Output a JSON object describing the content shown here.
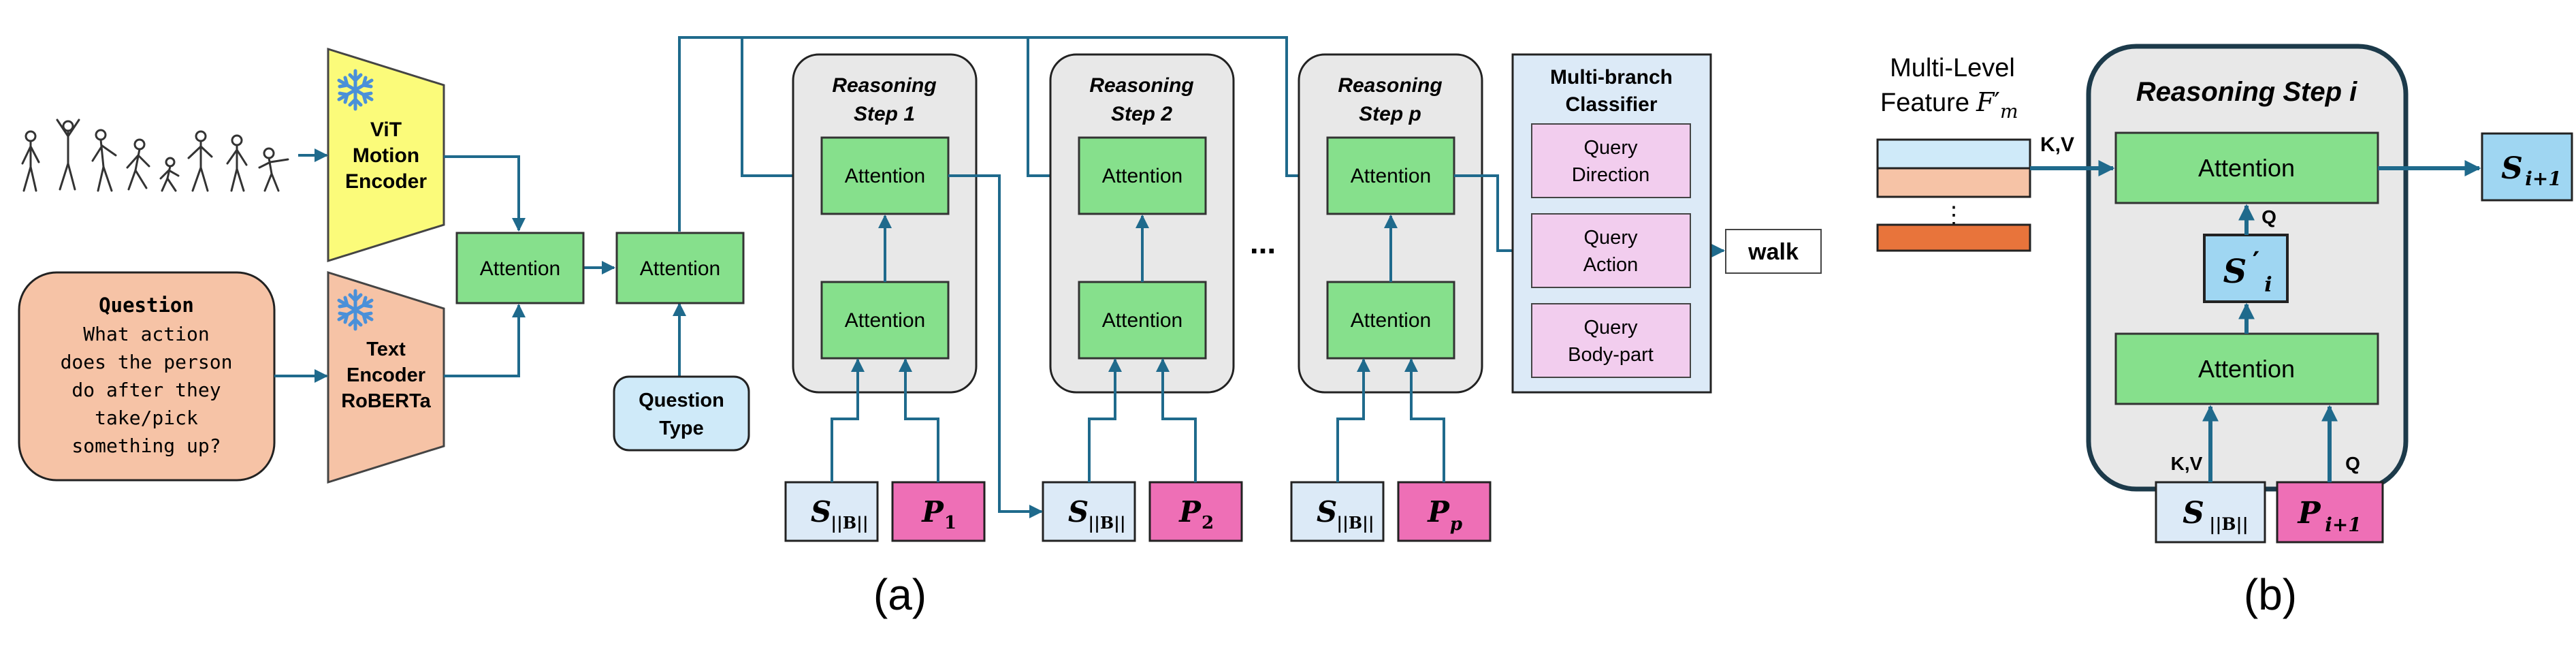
{
  "panel_a": {
    "caption": "(a)",
    "vit": {
      "line1": "ViT",
      "line2": "Motion",
      "line3": "Encoder"
    },
    "text_encoder": {
      "line1": "Text",
      "line2": "Encoder",
      "line3": "RoBERTa"
    },
    "question": {
      "title": "Question",
      "lines": [
        "What action",
        "does the person",
        "do after they",
        "take/pick",
        "something up?"
      ]
    },
    "attention_label": "Attention",
    "question_type": {
      "line1": "Question",
      "line2": "Type"
    },
    "steps": [
      {
        "title1": "Reasoning",
        "title2": "Step 1",
        "s_label": "S",
        "s_sub": "||B||",
        "p_label": "P",
        "p_sub": "1"
      },
      {
        "title1": "Reasoning",
        "title2": "Step 2",
        "s_label": "S",
        "s_sub": "||B||",
        "p_label": "P",
        "p_sub": "2"
      },
      {
        "title1": "Reasoning",
        "title2": "Step p",
        "s_label": "S",
        "s_sub": "||B||",
        "p_label": "P",
        "p_sub": "p"
      }
    ],
    "ellipsis": "...",
    "classifier": {
      "title1": "Multi-branch",
      "title2": "Classifier",
      "queries": [
        {
          "line1": "Query",
          "line2": "Direction"
        },
        {
          "line1": "Query",
          "line2": "Action"
        },
        {
          "line1": "Query",
          "line2": "Body-part"
        }
      ]
    },
    "output": "walk"
  },
  "panel_b": {
    "caption": "(b)",
    "feature_label1": "Multi-Level",
    "feature_label2": "Feature",
    "feature_symbol": "F",
    "feature_prime": "′",
    "feature_sub": "m",
    "feature_dots": "⋮",
    "step_title": "Reasoning Step i",
    "attention_label": "Attention",
    "kv_top": "K,V",
    "q_mid": "Q",
    "s_prime": {
      "label": "S",
      "prime": "′",
      "sub": "i"
    },
    "kv_bottom": "K,V",
    "q_bottom": "Q",
    "s_in": {
      "label": "S",
      "sub": "||B||"
    },
    "p_in": {
      "label": "P",
      "sub": "i+1"
    },
    "s_out": {
      "label": "S",
      "sub": "i+1"
    }
  },
  "colors": {
    "arrow": "#1f6a8c",
    "attention_fill": "#86e08c",
    "step_fill": "#e8e8e8",
    "pink": "#ee6fb6",
    "light_blue": "#dceaf7",
    "sky": "#9fd6f2",
    "peach": "#f6c3a6",
    "orange": "#e8743b",
    "yellow": "#fbfb7a",
    "query_pink": "#f2cdee",
    "classifier_fill": "#dceaf7",
    "snowflake": "#4a90d9"
  },
  "icons": [
    "snowflake-icon",
    "skeleton-pose-icon"
  ]
}
